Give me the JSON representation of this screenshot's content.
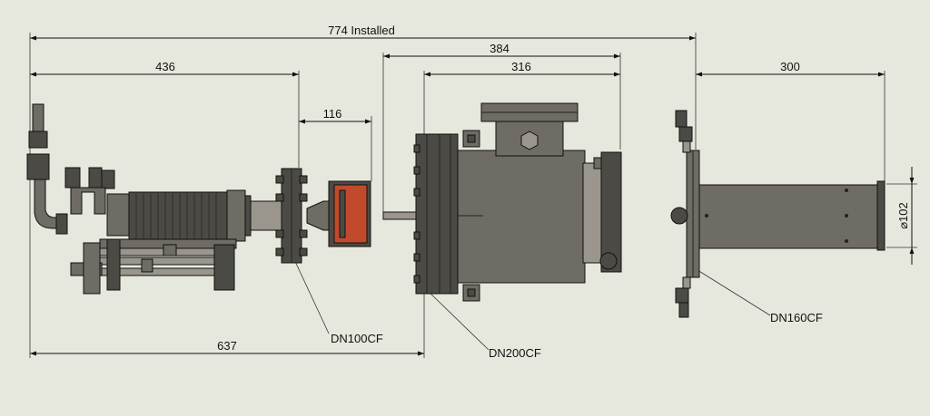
{
  "dimensions": {
    "installed": "774 Installed",
    "d436": "436",
    "d384": "384",
    "d316": "316",
    "d116": "116",
    "d300": "300",
    "d637": "637",
    "diameter": "⌀102"
  },
  "callouts": {
    "dn100": "DN100CF",
    "dn200": "DN200CF",
    "dn160": "DN160CF"
  },
  "colors": {
    "background": "#e7e8dd",
    "steel_dark": "#4c4a45",
    "steel_mid": "#6f6c65",
    "copper": "#c24a2c"
  }
}
